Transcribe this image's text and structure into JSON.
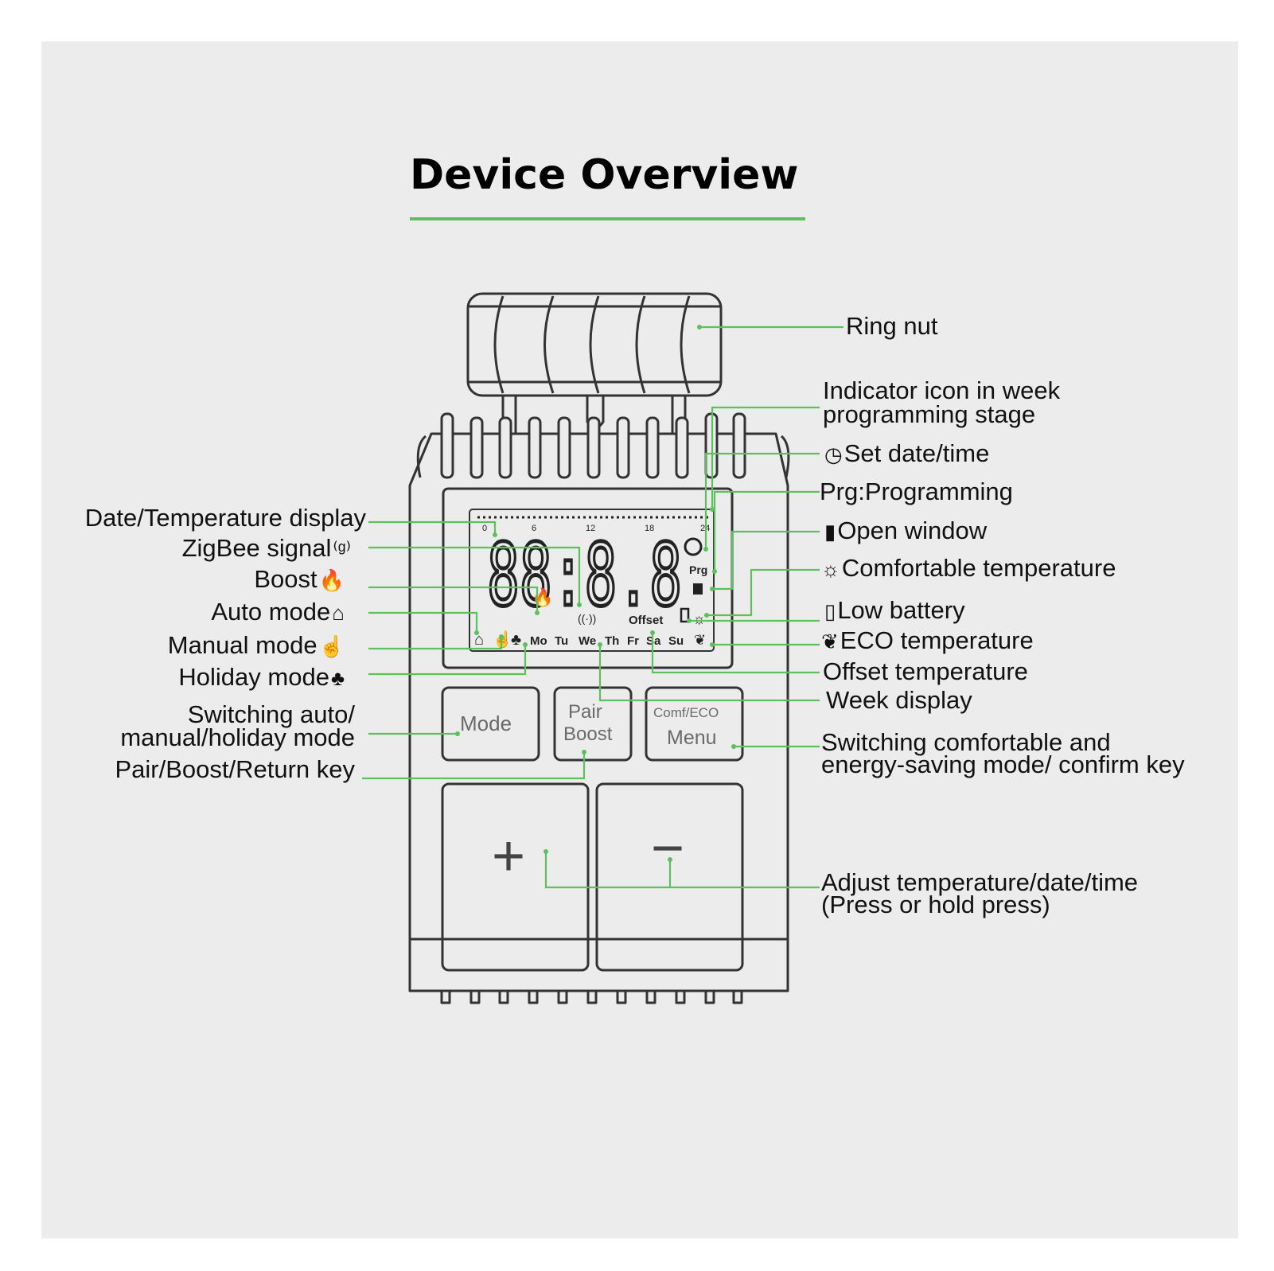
{
  "title": "Device Overview",
  "colors": {
    "accent": "#5cc15c",
    "background": "#ececec",
    "outline": "#333333"
  },
  "left_labels": [
    {
      "id": "date-temp",
      "text": "Date/Temperature display",
      "icon": ""
    },
    {
      "id": "zigbee",
      "text": "ZigBee signal",
      "icon": "antenna-icon"
    },
    {
      "id": "boost",
      "text": "Boost",
      "icon": "flame-icon"
    },
    {
      "id": "auto",
      "text": "Auto mode",
      "icon": "house-icon"
    },
    {
      "id": "manual",
      "text": "Manual mode",
      "icon": "hand-icon"
    },
    {
      "id": "holiday",
      "text": "Holiday mode",
      "icon": "palm-icon"
    },
    {
      "id": "switch-mode-1",
      "text": "Switching auto/",
      "icon": ""
    },
    {
      "id": "switch-mode-2",
      "text": "manual/holiday mode",
      "icon": ""
    },
    {
      "id": "pair-boost",
      "text": "Pair/Boost/Return key",
      "icon": ""
    }
  ],
  "right_labels": [
    {
      "id": "ring-nut",
      "text": "Ring nut",
      "icon": ""
    },
    {
      "id": "week-prog-1",
      "text": "Indicator icon in week",
      "icon": ""
    },
    {
      "id": "week-prog-2",
      "text": "programming stage",
      "icon": ""
    },
    {
      "id": "set-date",
      "text": "Set date/time",
      "icon": "clock-icon"
    },
    {
      "id": "prg",
      "text": "Prg:Programming",
      "icon": ""
    },
    {
      "id": "open-window",
      "text": "Open window",
      "icon": "window-icon"
    },
    {
      "id": "comfort",
      "text": "Comfortable temperature",
      "icon": "sun-icon"
    },
    {
      "id": "low-battery",
      "text": "Low battery",
      "icon": "battery-icon"
    },
    {
      "id": "eco",
      "text": "ECO temperature",
      "icon": "leaf-icon"
    },
    {
      "id": "offset",
      "text": "Offset temperature",
      "icon": ""
    },
    {
      "id": "week-display",
      "text": "Week display",
      "icon": ""
    },
    {
      "id": "switch-comf-1",
      "text": "Switching comfortable and",
      "icon": ""
    },
    {
      "id": "switch-comf-2",
      "text": "energy-saving mode/ confirm key",
      "icon": ""
    },
    {
      "id": "adjust-1",
      "text": "Adjust temperature/date/time",
      "icon": ""
    },
    {
      "id": "adjust-2",
      "text": "(Press or hold press)",
      "icon": ""
    }
  ],
  "device": {
    "lcd_digits": "88:8.8",
    "scale_ticks": [
      "0",
      "6",
      "12",
      "18",
      "24"
    ],
    "weekdays": [
      "Mo",
      "Tu",
      "We",
      "Th",
      "Fr",
      "Sa",
      "Su"
    ],
    "lcd_offset_text": "Offset",
    "lcd_prg_text": "Prg",
    "buttons": {
      "mode": "Mode",
      "pair": "Pair",
      "boost": "Boost",
      "comf_eco": "Comf/ECO",
      "menu": "Menu",
      "plus": "+",
      "minus": "−"
    }
  }
}
